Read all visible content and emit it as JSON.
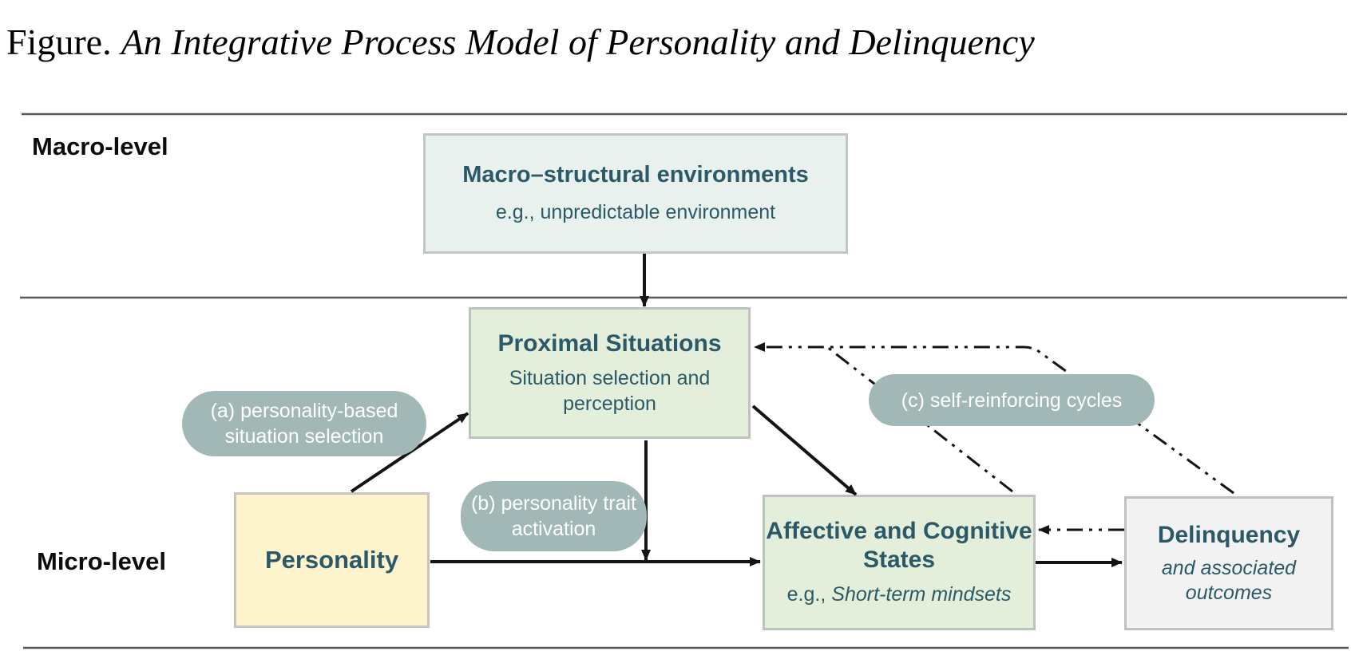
{
  "title": {
    "prefix": "Figure.",
    "italic": "An Integrative Process Model of Personality and Delinquency"
  },
  "levels": {
    "macro": "Macro-level",
    "micro": "Micro-level"
  },
  "boxes": {
    "macro": {
      "title": "Macro–structural environments",
      "subtitle": "e.g., unpredictable environment"
    },
    "proximal": {
      "title": "Proximal Situations",
      "subtitle": "Situation selection and perception"
    },
    "personality": {
      "title": "Personality"
    },
    "affective": {
      "title": "Affective and Cognitive States",
      "subtitle_prefix": "e.g.,",
      "subtitle_italic": "Short-term mindsets"
    },
    "delinquency": {
      "title": "Delinquency",
      "subtitle": "and associated outcomes"
    }
  },
  "pills": {
    "a": "(a) personality-based situation selection",
    "b": "(b) personality trait activation",
    "c": "(c) self-reinforcing cycles"
  },
  "colors": {
    "teal_text": "#2b5968",
    "macro_box_fill": "#e8f1ee",
    "green_box_fill": "#e3efda",
    "personality_box_fill": "#fdf3cd",
    "delinquency_box_fill": "#f2f2f2",
    "pill_fill": "#a2b8b7",
    "pill_text": "#ffffff",
    "box_border": "#c2c7c4",
    "line_color": "#141414"
  }
}
